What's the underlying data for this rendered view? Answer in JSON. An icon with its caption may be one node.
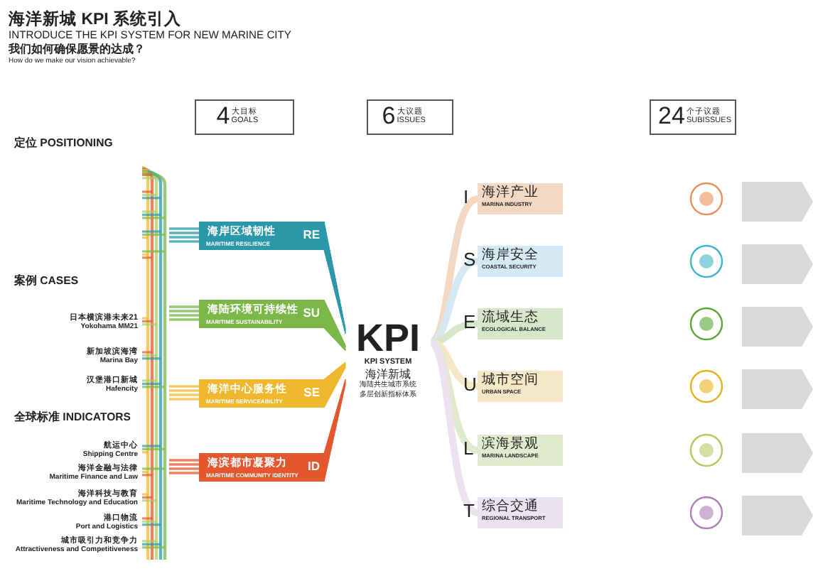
{
  "diagram": {
    "title": "海洋新城 KPI 系统引入",
    "nodes": [
      {
        "text": [
          "4",
          "大目标",
          "GOALS"
        ]
      },
      {
        "text": [
          "6",
          "大议题",
          "ISSUES"
        ]
      },
      {
        "text": [
          "24",
          "个子议题",
          "SUBISSUES"
        ]
      },
      {
        "text": [
          "海岸区域韧性",
          "RE",
          "MARITIME RESILIENCE"
        ]
      },
      {
        "text": [
          "海陆环境可持续性",
          "SU",
          "MARITIME SUSTAINABILITY"
        ]
      },
      {
        "text": [
          "海洋中心服务性",
          "SE",
          "MARITIME SERVICEABILITY"
        ]
      },
      {
        "text": [
          "海滨都市凝聚力",
          "ID",
          "MARITIME COMMUNITY IDENTITY"
        ]
      },
      {
        "text": [
          "KPI",
          "KPI SYSTEM",
          "海洋新城",
          "海陆共生城市系统",
          "多层创新指标体系"
        ]
      },
      {
        "text": [
          "I",
          "海洋产业",
          "MARINA INDUSTRY"
        ]
      },
      {
        "text": [
          "S",
          "海岸安全",
          "COASTAL SECURITY"
        ]
      },
      {
        "text": [
          "E",
          "流域生态",
          "ECOLOGICAL BALANCE"
        ]
      },
      {
        "text": [
          "U",
          "城市空间",
          "URBAN SPACE"
        ]
      },
      {
        "text": [
          "L",
          "滨海景观",
          "MARINA LANDSCAPE"
        ]
      },
      {
        "text": [
          "T",
          "综合交通",
          "REGIONAL TRANSPORT"
        ]
      },
      {
        "text": [],
        "shape": "chevron"
      },
      {
        "text": [],
        "shape": "chevron"
      },
      {
        "text": [],
        "shape": "chevron"
      },
      {
        "text": [],
        "shape": "chevron"
      },
      {
        "text": [],
        "shape": "chevron"
      },
      {
        "text": [],
        "shape": "chevron"
      },
      {
        "text": [],
        "shape": "bar"
      }
    ],
    "edges": [
      {
        "from": 3,
        "to": 7,
        "arrow": "none",
        "color": "#2a98a8"
      },
      {
        "from": 4,
        "to": 7,
        "arrow": "none",
        "color": "#7ab648"
      },
      {
        "from": 5,
        "to": 7,
        "arrow": "none",
        "color": "#f0b82e"
      },
      {
        "from": 6,
        "to": 7,
        "arrow": "none",
        "color": "#e4572e"
      },
      {
        "from": 7,
        "to": 8,
        "arrow": "none",
        "color": "#f3d9c4"
      },
      {
        "from": 7,
        "to": 9,
        "arrow": "none",
        "color": "#d5e9f5"
      },
      {
        "from": 7,
        "to": 10,
        "arrow": "none",
        "color": "#d8e7cc"
      },
      {
        "from": 7,
        "to": 11,
        "arrow": "none",
        "color": "#f4e8c6"
      },
      {
        "from": 7,
        "to": 12,
        "arrow": "none",
        "color": "#e1eacf"
      },
      {
        "from": 7,
        "to": 13,
        "arrow": "none",
        "color": "#ece3f1"
      },
      {
        "from": 20,
        "to": 3,
        "arrow": "none",
        "color": "#2a98a8"
      },
      {
        "from": 20,
        "to": 4,
        "arrow": "none",
        "color": "#7ab648"
      },
      {
        "from": 20,
        "to": 5,
        "arrow": "none",
        "color": "#f0b82e"
      },
      {
        "from": 20,
        "to": 6,
        "arrow": "none",
        "color": "#e4572e"
      }
    ],
    "labels": [
      "INTRODUCE THE KPI SYSTEM FOR NEW MARINE CITY",
      "我们如何确保愿景的达成？",
      "How do we make our vision achievable?",
      "定位 POSITIONING",
      "案例 CASES",
      "日本横滨港未来21",
      "Yokohama MM21",
      "新加坡滨海湾",
      "Marina Bay",
      "汉堡港口新城",
      "Hafencity",
      "全球标准 INDICATORS",
      "航运中心",
      "Shipping Centre",
      "海洋金融与法律",
      "Maritime Finance and Law",
      "海洋科技与教育",
      "Maritime Technology and Education",
      "港口物流",
      "Port and Logistics",
      "城市吸引力和竞争力",
      "Attractiveness and Competitiveness"
    ]
  }
}
